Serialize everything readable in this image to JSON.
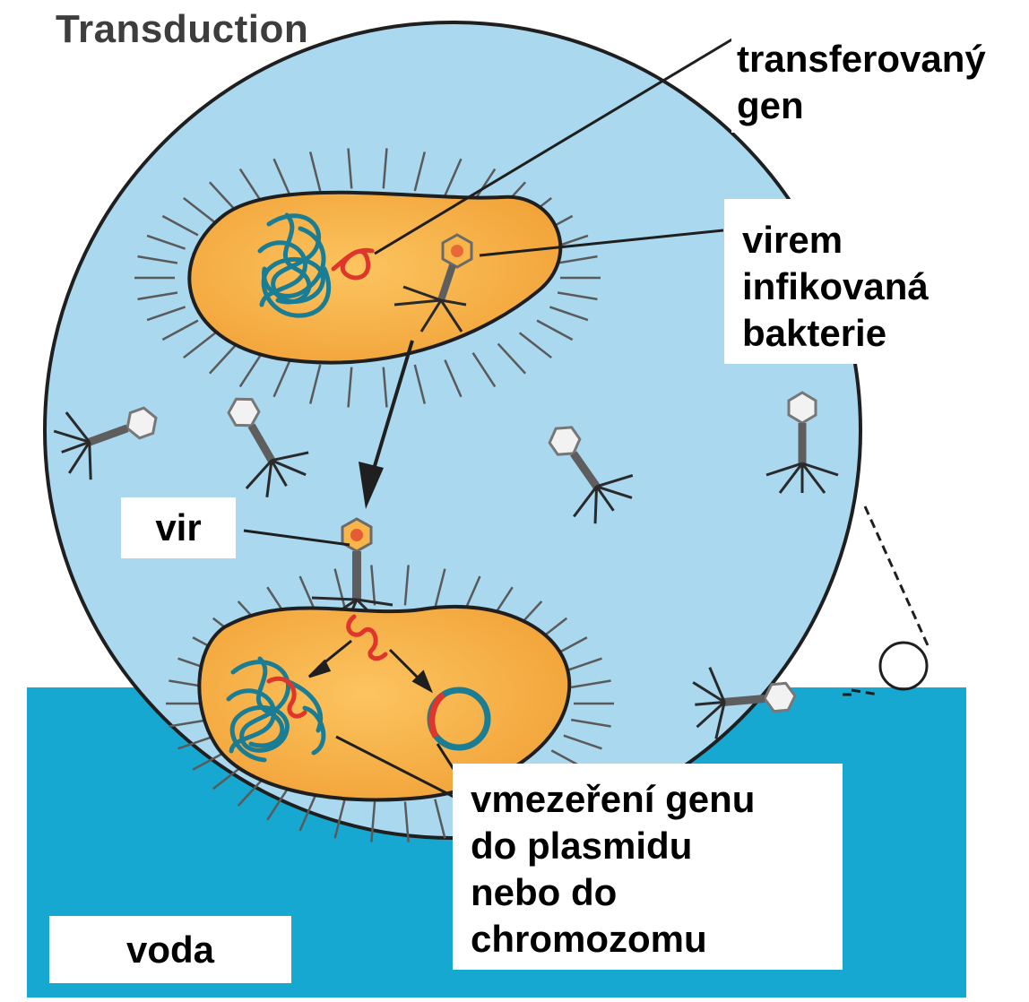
{
  "title": "Transduction",
  "labels": {
    "transferred_gene": [
      "transferovaný",
      "gen"
    ],
    "infected_bacterium": [
      "virem",
      "infikovaná",
      "bakterie"
    ],
    "virus": "vir",
    "insertion": [
      "vmezeření genu",
      "do plasmidu",
      "nebo do",
      "chromozomu"
    ],
    "water": "voda"
  },
  "colors": {
    "droplet": "#a9d8ef",
    "water": "#17a8d2",
    "bacterium": "#f7b54a",
    "dna": "#1a7d93",
    "gene": "#e0352b",
    "phage_body": "#5e5e5e"
  }
}
